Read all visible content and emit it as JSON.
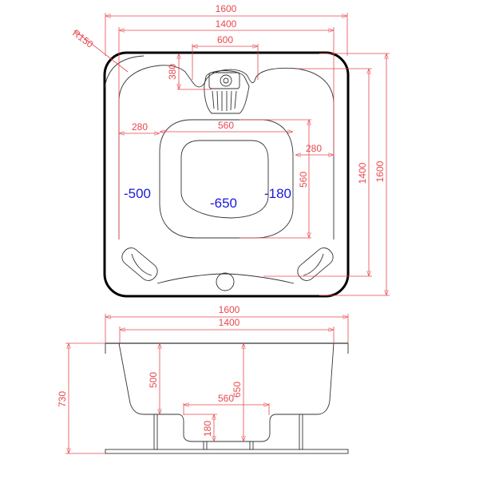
{
  "top_view": {
    "overall_width": "1600",
    "inner_width": "1400",
    "headrest_width": "600",
    "headrest_depth": "380",
    "corner_radius": "R150",
    "left_seat_width": "280",
    "footwell_width": "560",
    "right_seat_width": "280",
    "footwell_length": "560",
    "inner_length": "1400",
    "overall_length": "1600",
    "depths": {
      "left": "-500",
      "center": "-650",
      "right": "-180"
    }
  },
  "side_view": {
    "overall_width": "1600",
    "inner_width": "1400",
    "total_height": "730",
    "seat_depth": "500",
    "total_depth": "650",
    "footwell_width": "560",
    "footwell_depth": "180"
  },
  "colors": {
    "dimension": "#e8484f",
    "depth_label": "#1a1adb",
    "outline": "#000000"
  }
}
